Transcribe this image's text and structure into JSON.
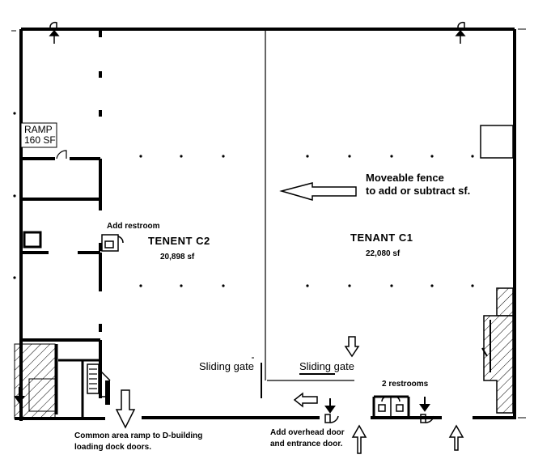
{
  "ramp": {
    "line1": "RAMP",
    "line2": "160 SF"
  },
  "add_restroom": "Add restroom",
  "tenent_c2": {
    "name": "TENENT  C2",
    "area": "20,898 sf"
  },
  "tenant_c1": {
    "name": "TENANT  C1",
    "area": "22,080 sf"
  },
  "fence_note": {
    "line1": "Moveable fence",
    "line2": "to add or subtract sf."
  },
  "sliding_gate_left": "Sliding gate",
  "sliding_gate_right": "Sliding gate",
  "restrooms_2": "2 restrooms",
  "ramp_note": {
    "line1": "Common area ramp to D-building",
    "line2": "loading dock doors."
  },
  "overhead_note": {
    "line1": "Add overhead door",
    "line2": "and entrance door."
  }
}
